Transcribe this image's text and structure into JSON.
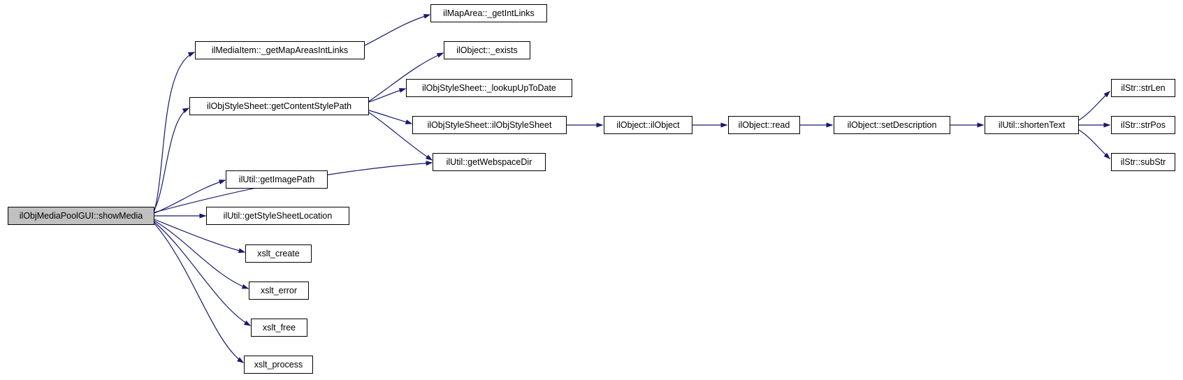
{
  "diagram": {
    "type": "call-graph",
    "edge_color": "#191970",
    "node_border_color": "#000000",
    "node_fill_color": "#ffffff",
    "root_fill_color": "#c0c0c0",
    "background_color": "#ffffff"
  },
  "nodes": [
    {
      "id": "show-media",
      "label": "ilObjMediaPoolGUI::showMedia",
      "root": true
    },
    {
      "id": "get-map-areas-int-links",
      "label": "ilMediaItem::_getMapAreasIntLinks"
    },
    {
      "id": "get-int-links",
      "label": "ilMapArea::_getIntLinks"
    },
    {
      "id": "get-content-style-path",
      "label": "ilObjStyleSheet::getContentStylePath"
    },
    {
      "id": "object-exists",
      "label": "ilObject::_exists"
    },
    {
      "id": "lookup-up-to-date",
      "label": "ilObjStyleSheet::_lookupUpToDate"
    },
    {
      "id": "obj-style-sheet-ctor",
      "label": "ilObjStyleSheet::ilObjStyleSheet"
    },
    {
      "id": "object-ctor",
      "label": "ilObject::ilObject"
    },
    {
      "id": "object-read",
      "label": "ilObject::read"
    },
    {
      "id": "set-description",
      "label": "ilObject::setDescription"
    },
    {
      "id": "shorten-text",
      "label": "ilUtil::shortenText"
    },
    {
      "id": "str-len",
      "label": "ilStr::strLen"
    },
    {
      "id": "str-pos",
      "label": "ilStr::strPos"
    },
    {
      "id": "sub-str",
      "label": "ilStr::subStr"
    },
    {
      "id": "get-webspace-dir",
      "label": "ilUtil::getWebspaceDir"
    },
    {
      "id": "get-image-path",
      "label": "ilUtil::getImagePath"
    },
    {
      "id": "get-style-sheet-location",
      "label": "ilUtil::getStyleSheetLocation"
    },
    {
      "id": "xslt-create",
      "label": "xslt_create"
    },
    {
      "id": "xslt-error",
      "label": "xslt_error"
    },
    {
      "id": "xslt-free",
      "label": "xslt_free"
    },
    {
      "id": "xslt-process",
      "label": "xslt_process"
    }
  ],
  "edges": [
    {
      "from": "show-media",
      "to": "get-map-areas-int-links"
    },
    {
      "from": "show-media",
      "to": "get-content-style-path"
    },
    {
      "from": "show-media",
      "to": "get-webspace-dir"
    },
    {
      "from": "show-media",
      "to": "get-image-path"
    },
    {
      "from": "show-media",
      "to": "get-style-sheet-location"
    },
    {
      "from": "show-media",
      "to": "xslt-create"
    },
    {
      "from": "show-media",
      "to": "xslt-error"
    },
    {
      "from": "show-media",
      "to": "xslt-free"
    },
    {
      "from": "show-media",
      "to": "xslt-process"
    },
    {
      "from": "get-map-areas-int-links",
      "to": "get-int-links"
    },
    {
      "from": "get-content-style-path",
      "to": "object-exists"
    },
    {
      "from": "get-content-style-path",
      "to": "lookup-up-to-date"
    },
    {
      "from": "get-content-style-path",
      "to": "obj-style-sheet-ctor"
    },
    {
      "from": "get-content-style-path",
      "to": "get-webspace-dir"
    },
    {
      "from": "obj-style-sheet-ctor",
      "to": "object-ctor"
    },
    {
      "from": "object-ctor",
      "to": "object-read"
    },
    {
      "from": "object-read",
      "to": "set-description"
    },
    {
      "from": "set-description",
      "to": "shorten-text"
    },
    {
      "from": "shorten-text",
      "to": "str-len"
    },
    {
      "from": "shorten-text",
      "to": "str-pos"
    },
    {
      "from": "shorten-text",
      "to": "sub-str"
    }
  ]
}
